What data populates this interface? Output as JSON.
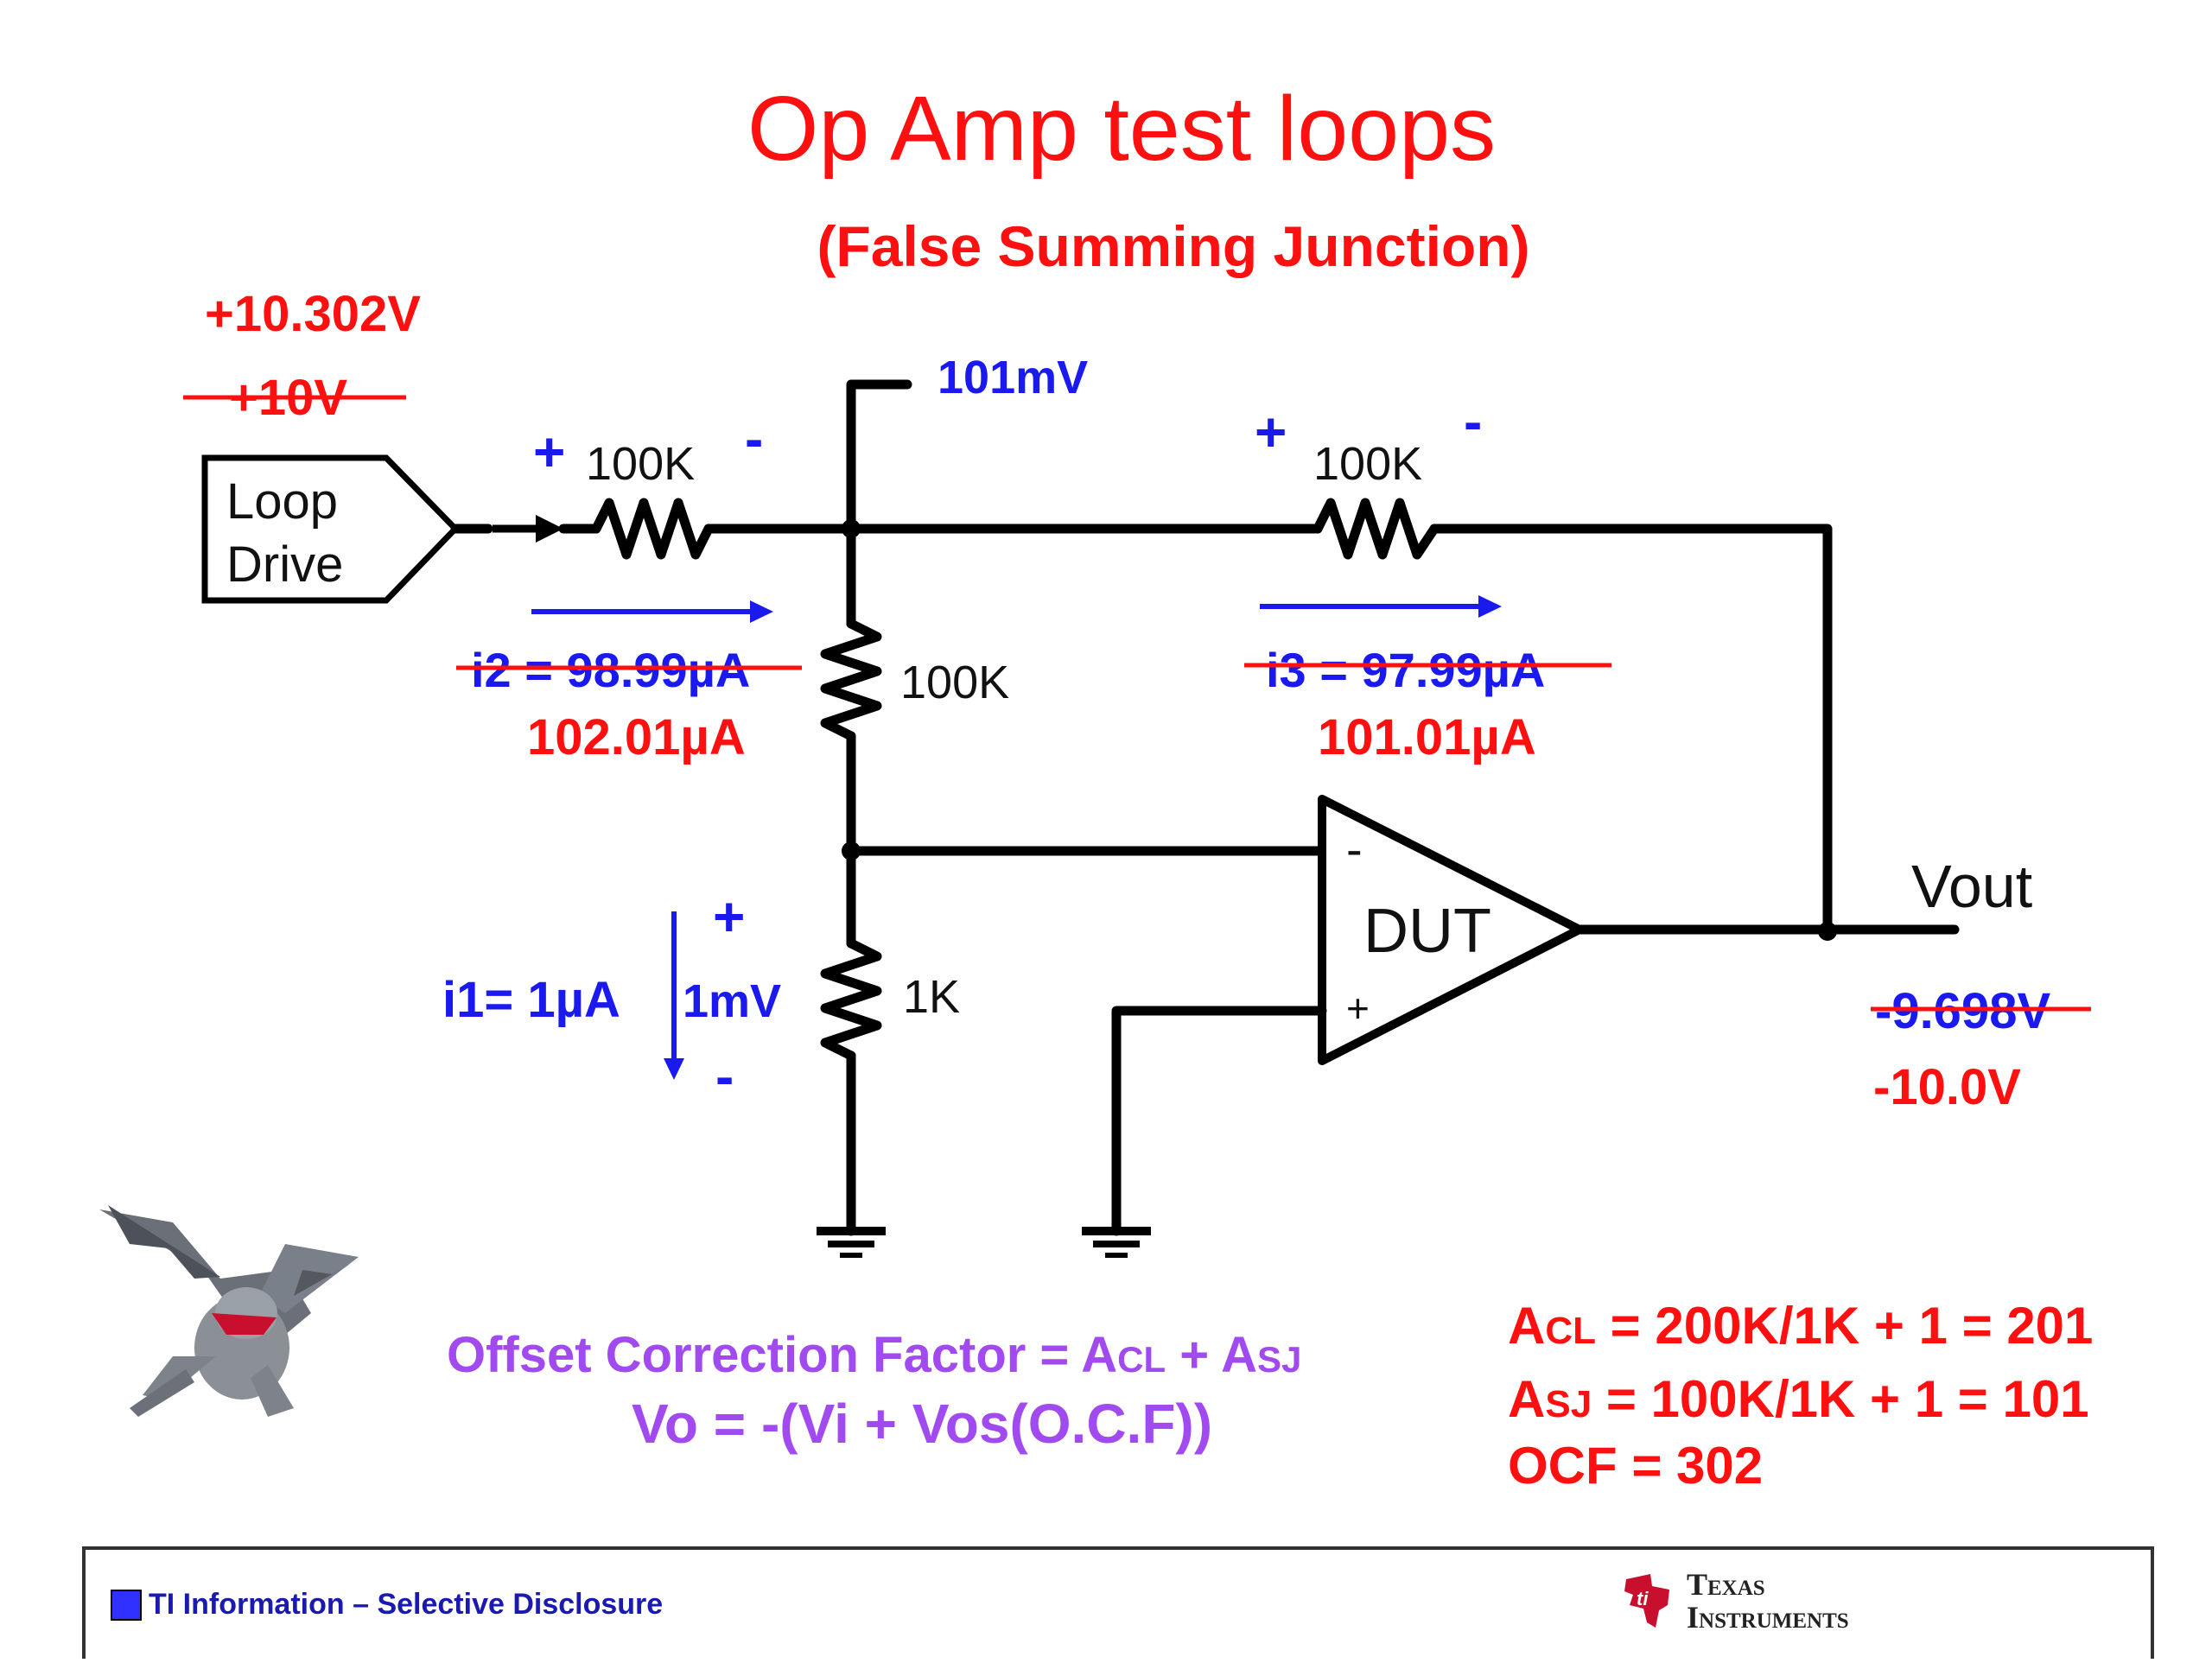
{
  "title": "Op Amp test loops",
  "subtitle": "(False Summing Junction)",
  "labels": {
    "loop_drive_line1": "Loop",
    "loop_drive_line2": "Drive",
    "vin_new": "+10.302V",
    "vin_old": "+10V",
    "node_voltage": "101mV",
    "r_in": "100K",
    "r_fb": "100K",
    "r_mid": "100K",
    "r_gnd": "1K",
    "plus": "+",
    "minus": "-",
    "i2_old": "i2 = 98.99µA",
    "i2_new": "102.01µA",
    "i3_old": "i3 = 97.99µA",
    "i3_new": "101.01µA",
    "i1": "i1= 1µA",
    "v_1k": "1mV",
    "dut": "DUT",
    "dut_minus": "-",
    "dut_plus": "+",
    "vout": "Vout",
    "vout_old": "-9.698V",
    "vout_new": "-10.0V"
  },
  "formulas": {
    "ocf_prefix": "Offset Correction Factor = A",
    "ocf_cl_sub": "CL",
    "ocf_mid": " + A",
    "ocf_sj_sub": "SJ",
    "vo_eq": "Vo = -(Vi + Vos(O.C.F))",
    "acl_a": "A",
    "acl_sub": "CL",
    "acl_eq": " = 200K/1K + 1 = 201",
    "asj_a": "A",
    "asj_sub": "SJ",
    "asj_eq": " = 100K/1K + 1 = 101",
    "ocf_val": "OCF = 302"
  },
  "footer": {
    "disclosure": "TI Information – Selective Disclosure",
    "logo_line1": "Texas",
    "logo_line2": "Instruments"
  },
  "colors": {
    "title_red": "#ff1010",
    "annotation_blue": "#1a1aee",
    "formula_purple": "#a04af0"
  }
}
